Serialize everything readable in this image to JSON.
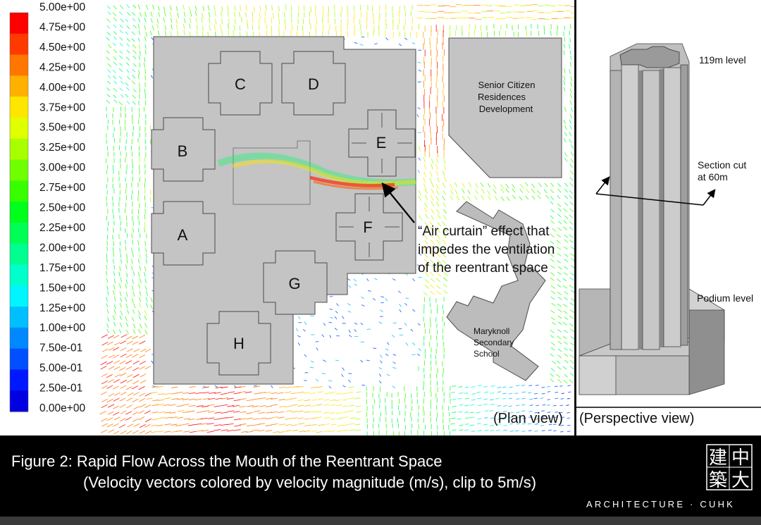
{
  "colorbar": {
    "labels": [
      "5.00e+00",
      "4.75e+00",
      "4.50e+00",
      "4.25e+00",
      "4.00e+00",
      "3.75e+00",
      "3.50e+00",
      "3.25e+00",
      "3.00e+00",
      "2.75e+00",
      "2.50e+00",
      "2.25e+00",
      "2.00e+00",
      "1.75e+00",
      "1.50e+00",
      "1.25e+00",
      "1.00e+00",
      "7.50e-01",
      "5.00e-01",
      "2.50e-01",
      "0.00e+00"
    ],
    "colors": [
      "#ff0000",
      "#ff3a00",
      "#ff7700",
      "#ffb000",
      "#ffe600",
      "#e0ff00",
      "#a8ff00",
      "#70ff00",
      "#38ff00",
      "#00ff1a",
      "#00ff55",
      "#00ff90",
      "#00ffca",
      "#00f5ff",
      "#00bfff",
      "#0088ff",
      "#0050ff",
      "#0018ff",
      "#0000e0"
    ]
  },
  "plan": {
    "buildings": {
      "A": "A",
      "B": "B",
      "C": "C",
      "D": "D",
      "E": "E",
      "F": "F",
      "G": "G",
      "H": "H"
    },
    "senior_lines": [
      "Senior Citizen",
      "Residences",
      "Development"
    ],
    "school_lines": [
      "Maryknoll",
      "Secondary",
      "School"
    ],
    "annotation_lines": [
      "“Air curtain” effect that",
      "impedes the ventilation",
      "of the reentrant space"
    ],
    "view_label": "(Plan view)"
  },
  "perspective": {
    "label_119": "119m level",
    "section_lines": [
      "Section cut",
      "at 60m"
    ],
    "podium": "Podium level",
    "view_label": "(Perspective view)"
  },
  "caption": {
    "line1": "Figure 2: Rapid Flow Across the Mouth of the Reentrant Space",
    "line2": "(Velocity vectors colored by velocity magnitude (m/s), clip to 5m/s)"
  },
  "logo": {
    "chars": [
      "建",
      "中",
      "築",
      "大"
    ],
    "caption": "ARCHITECTURE · CUHK"
  },
  "colors": {
    "building_fill": "#c0c0c0",
    "building_stroke": "#555555",
    "caption_bg": "#000000",
    "panel_bg": "#ffffff"
  }
}
